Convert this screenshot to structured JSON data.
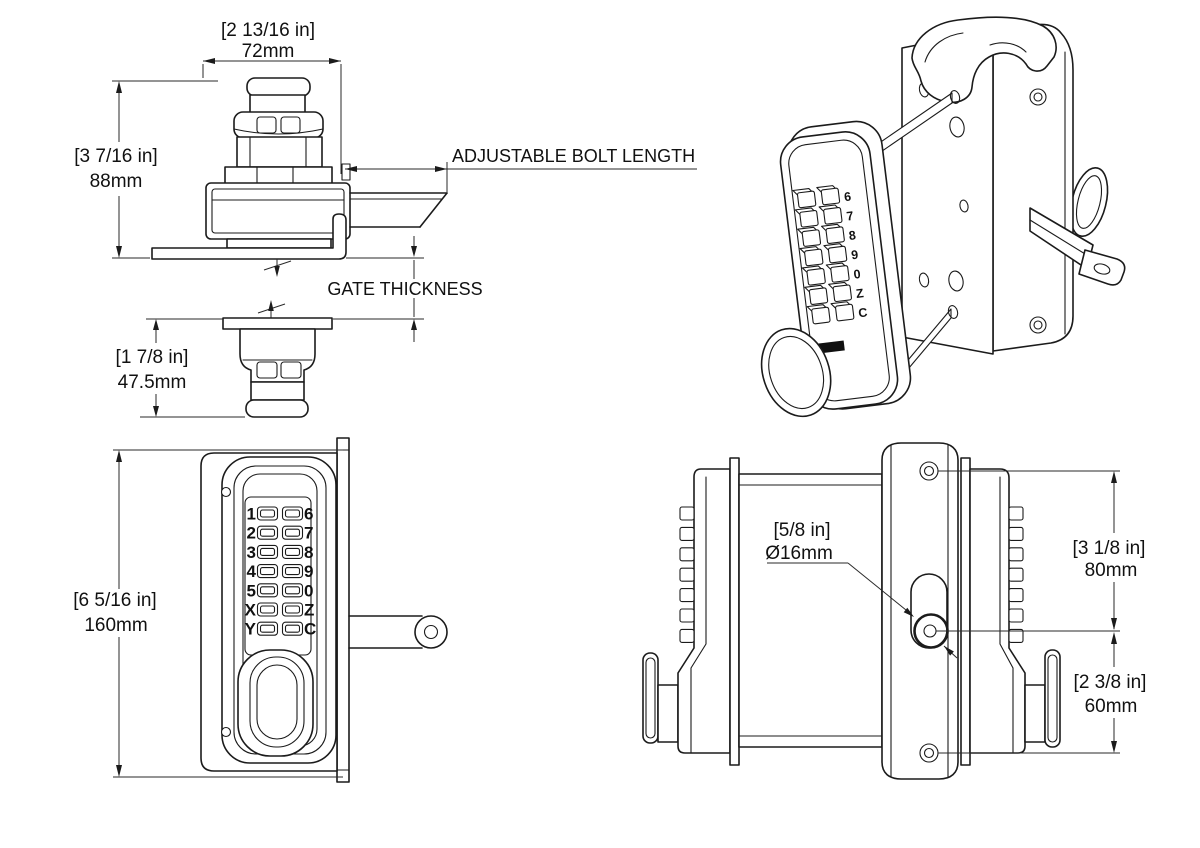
{
  "views": {
    "top": {
      "width_bracket": "[2 13/16 in]",
      "width_mm": "72mm",
      "height_bracket": "[3 7/16 in]",
      "height_mm": "88mm",
      "bolt_label": "ADJUSTABLE BOLT LENGTH",
      "gate_label": "GATE THICKNESS",
      "fixing_bracket": "[1 7/8 in]",
      "fixing_mm": "47.5mm"
    },
    "front": {
      "height_bracket": "[6 5/16 in]",
      "height_mm": "160mm",
      "keypad_left": [
        "1",
        "2",
        "3",
        "4",
        "5",
        "X",
        "Y"
      ],
      "keypad_right": [
        "6",
        "7",
        "8",
        "9",
        "0",
        "Z",
        "C"
      ]
    },
    "side": {
      "hole_bracket": "[5/8 in]",
      "hole_mm": "Ø16mm",
      "upper_bracket": "[3 1/8 in]",
      "upper_mm": "80mm",
      "lower_bracket": "[2 3/8 in]",
      "lower_mm": "60mm"
    },
    "iso": {
      "keypad_right": [
        "6",
        "7",
        "8",
        "9",
        "0",
        "Z",
        "C"
      ]
    }
  }
}
